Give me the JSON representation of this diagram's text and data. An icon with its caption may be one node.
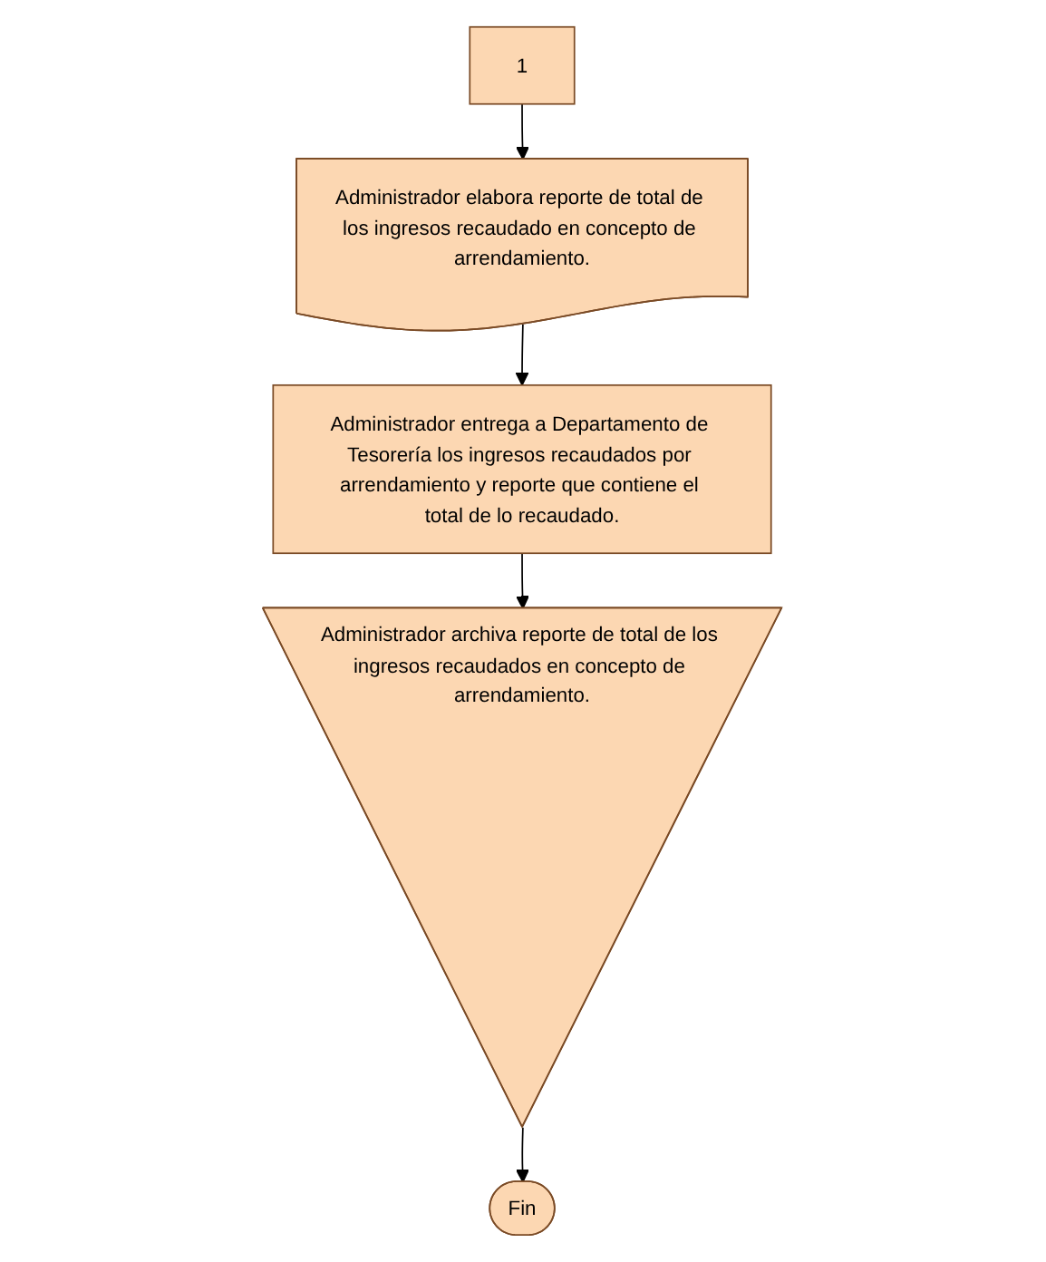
{
  "diagram": {
    "nodes": [
      {
        "text": [
          "1"
        ]
      },
      {
        "text": [
          "Administrador elabora reporte de total de los ingresos recaudado en concepto de arrendamiento."
        ]
      },
      {
        "text": [
          "Administrador entrega a Departamento de Tesorería los ingresos recaudados por arrendamiento y reporte que contiene el total de lo recaudado."
        ]
      },
      {
        "text": [
          "Administrador archiva reporte de total de los ingresos recaudados en concepto de arrendamiento."
        ]
      },
      {
        "text": [
          "Fin"
        ]
      }
    ],
    "edges": [
      {
        "from": 0,
        "to": 1,
        "arrow": "to"
      },
      {
        "from": 1,
        "to": 2,
        "arrow": "to"
      },
      {
        "from": 2,
        "to": 3,
        "arrow": "to"
      },
      {
        "from": 3,
        "to": 4,
        "arrow": "to"
      }
    ]
  }
}
